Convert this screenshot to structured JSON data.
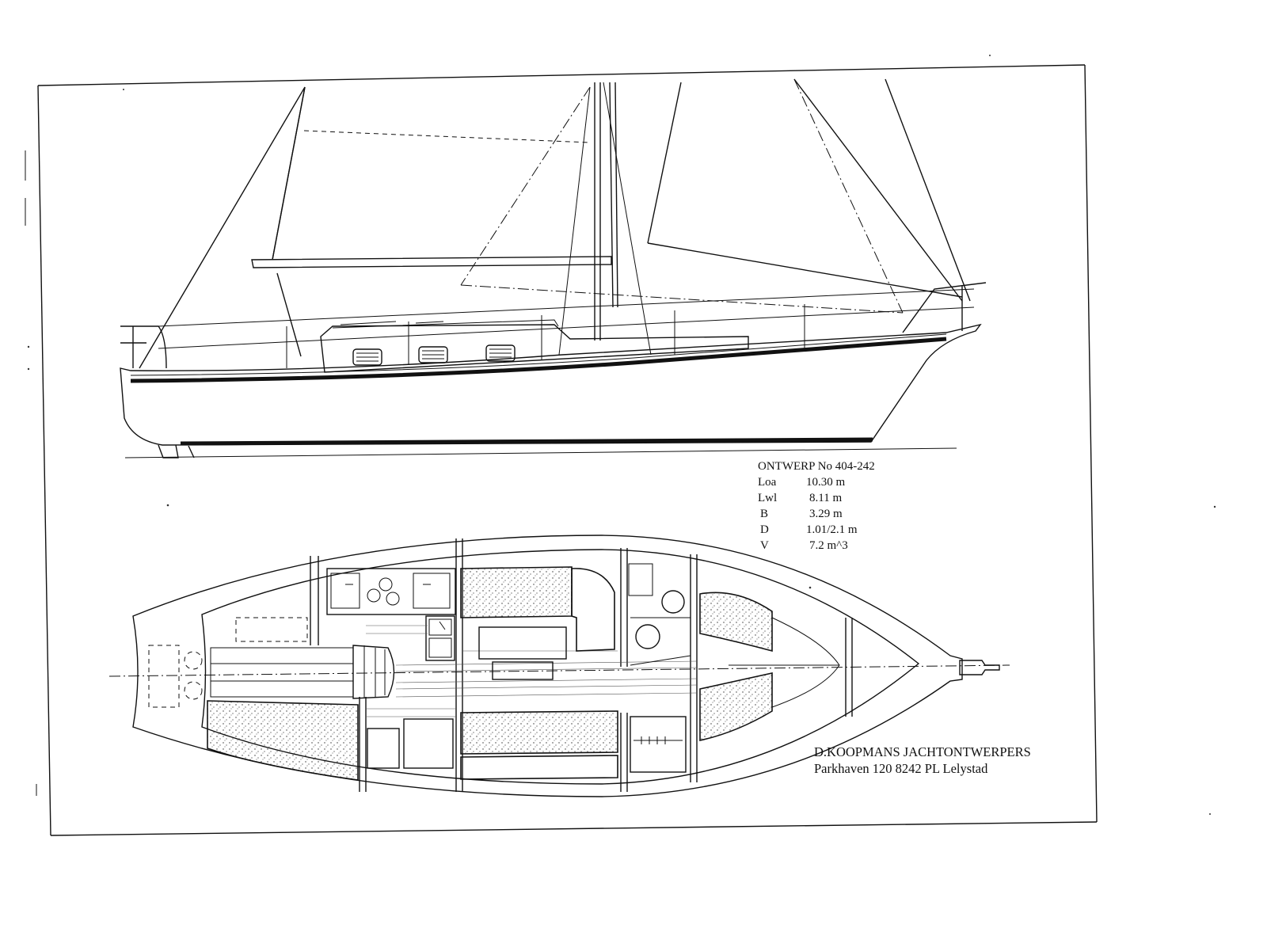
{
  "design": {
    "title": "ONTWERP No 404-242",
    "specs": [
      {
        "label": "Loa",
        "value": "10.30 m"
      },
      {
        "label": "Lwl",
        "value": "8.11 m"
      },
      {
        "label": "B",
        "value": "3.29 m"
      },
      {
        "label": "D",
        "value": "1.01/2.1 m"
      },
      {
        "label": "V",
        "value": "7.2 m^3"
      }
    ]
  },
  "firm": {
    "name": "D.KOOPMANS JACHTONTWERPERS",
    "address": "Parkhaven 120 8242 PL Lelystad"
  }
}
